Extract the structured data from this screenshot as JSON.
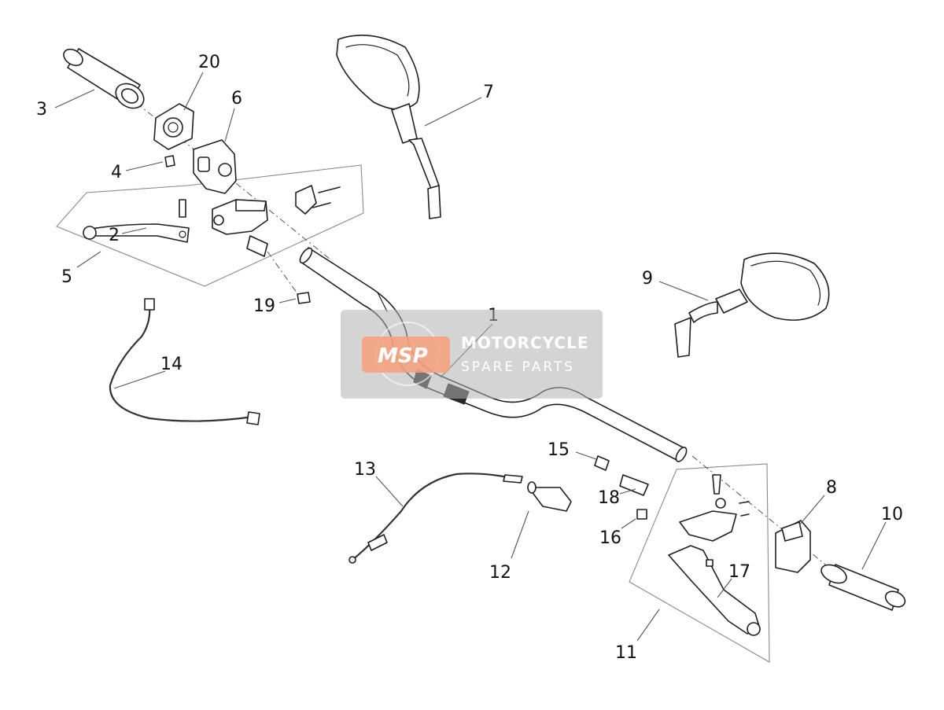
{
  "watermark": {
    "logo_text": "MSP",
    "line1": "MOTORCYCLE",
    "line2": "SPARE PARTS"
  },
  "callouts": {
    "c1": "1",
    "c2": "2",
    "c3": "3",
    "c4": "4",
    "c5": "5",
    "c6": "6",
    "c7": "7",
    "c8": "8",
    "c9": "9",
    "c10": "10",
    "c11": "11",
    "c12": "12",
    "c13": "13",
    "c14": "14",
    "c15": "15",
    "c16": "16",
    "c17": "17",
    "c18": "18",
    "c19": "19",
    "c20": "20"
  }
}
